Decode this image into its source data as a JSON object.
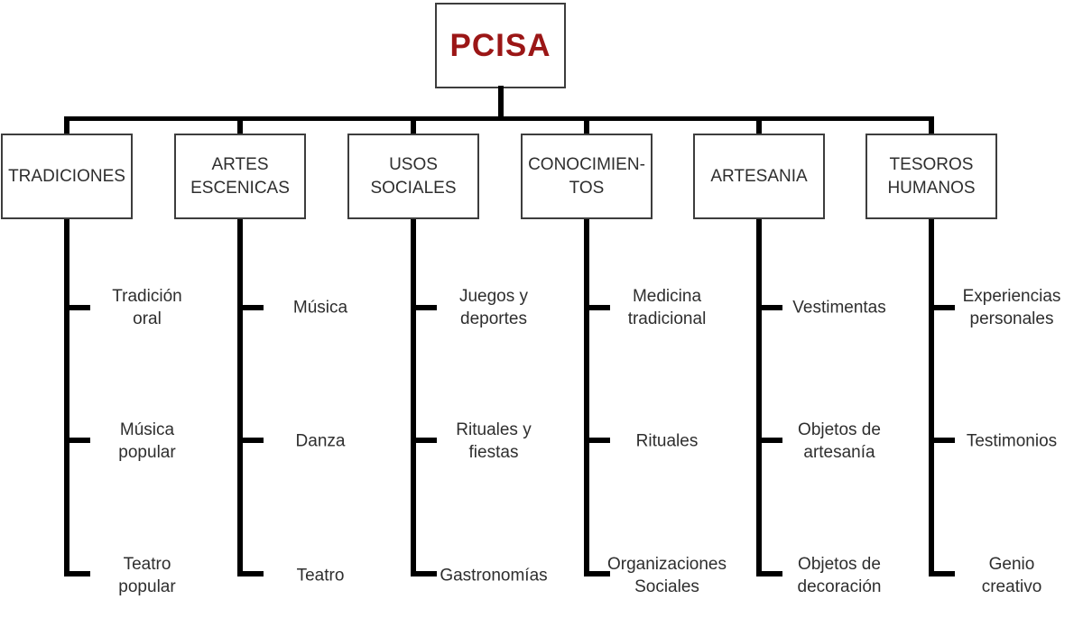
{
  "diagram": {
    "root": {
      "label": "PCISA"
    },
    "colors": {
      "root_text": "#9b1616",
      "line": "#000000",
      "box_border": "#3d3d3d",
      "text": "#2e2e2e"
    },
    "columns": [
      {
        "label": "TRADICIONES",
        "items": [
          "Tradición\noral",
          "Música\npopular",
          "Teatro\npopular"
        ]
      },
      {
        "label": "ARTES\nESCENICAS",
        "items": [
          "Música",
          "Danza",
          "Teatro"
        ]
      },
      {
        "label": "USOS\nSOCIALES",
        "items": [
          "Juegos y\ndeportes",
          "Rituales y\nfiestas",
          "Gastronomías"
        ]
      },
      {
        "label": "CONOCIMIEN-\nTOS",
        "items": [
          "Medicina\ntradicional",
          "Rituales",
          "Organizaciones\nSociales"
        ]
      },
      {
        "label": "ARTESANIA",
        "items": [
          "Vestimentas",
          "Objetos de\nartesanía",
          "Objetos de\ndecoración"
        ]
      },
      {
        "label": "TESOROS\nHUMANOS",
        "items": [
          "Experiencias\npersonales",
          "Testimonios",
          "Genio\ncreativo"
        ]
      }
    ]
  }
}
